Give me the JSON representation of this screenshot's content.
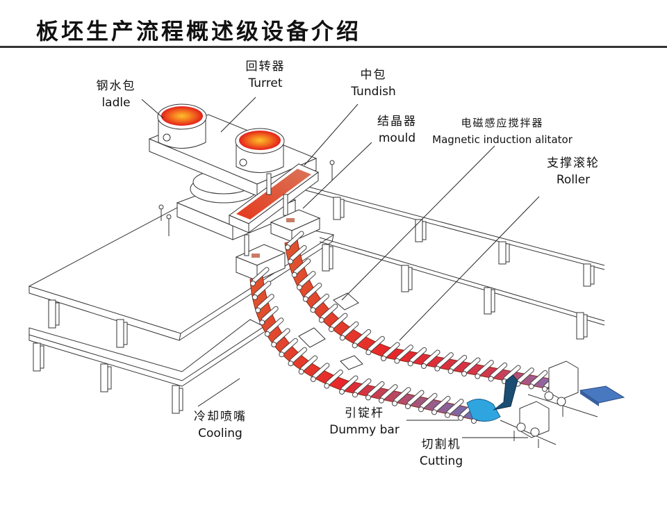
{
  "title": "板坯生产流程概述级设备介绍",
  "colors": {
    "molten_steel": "#e8291c",
    "molten_core": "#f9a81a",
    "strand_hot": "#e4312a",
    "strand_cool": "#8a5a9e",
    "dummy_bar": "#2fa5e0",
    "slab": "#3f78c4",
    "line": "#222222",
    "rule": "#333333"
  },
  "labels": [
    {
      "id": "ladle",
      "cn": "钢水包",
      "en": "ladle"
    },
    {
      "id": "turret",
      "cn": "回转器",
      "en": "Turret"
    },
    {
      "id": "tundish",
      "cn": "中包",
      "en": "Tundish"
    },
    {
      "id": "mould",
      "cn": "结晶器",
      "en": "mould"
    },
    {
      "id": "stirrer",
      "cn": "电磁感应搅拌器",
      "en": "Magnetic induction alitator"
    },
    {
      "id": "roller",
      "cn": "支撑滚轮",
      "en": "Roller"
    },
    {
      "id": "cooling",
      "cn": "冷却喷嘴",
      "en": "Cooling"
    },
    {
      "id": "dummy-bar",
      "cn": "引锭杆",
      "en": "Dummy bar"
    },
    {
      "id": "cutting",
      "cn": "切割机",
      "en": "Cutting"
    }
  ]
}
